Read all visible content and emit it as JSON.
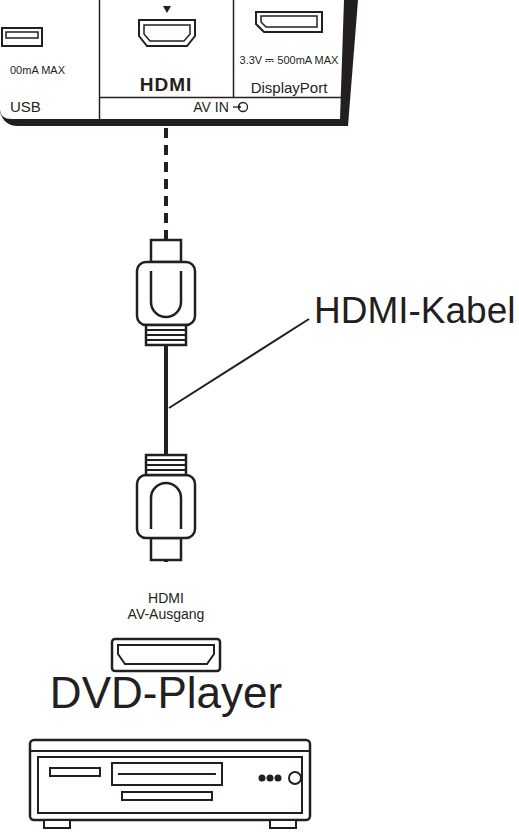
{
  "diagram": {
    "nodes": [
      {
        "text": [
          "00mA MAX",
          "USB"
        ]
      },
      {
        "text": [
          "HDMI"
        ]
      },
      {
        "text": [
          "3.3V ⎓ 500mA MAX",
          "DisplayPort"
        ]
      },
      {
        "text": [
          "AV IN"
        ]
      },
      {
        "text": [
          "HDMI AV-Ausgang"
        ]
      },
      {
        "text": [
          "DVD-Player"
        ]
      }
    ],
    "edges": [
      {
        "from": 1,
        "to": 4,
        "arrow": "none"
      }
    ],
    "labels": [
      "HDMI-Kabel"
    ]
  }
}
